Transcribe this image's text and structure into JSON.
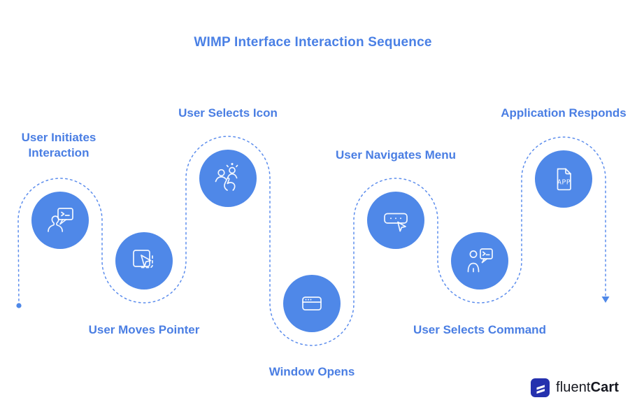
{
  "title": "WIMP Interface Interaction Sequence",
  "steps": [
    {
      "label": "User Initiates Interaction",
      "icon": "user-chat-icon",
      "label_position": "above"
    },
    {
      "label": "User Moves Pointer",
      "icon": "pointer-square-icon",
      "label_position": "below"
    },
    {
      "label": "User Selects Icon",
      "icon": "tap-select-icon",
      "label_position": "above"
    },
    {
      "label": "Window Opens",
      "icon": "window-icon",
      "label_position": "below"
    },
    {
      "label": "User Navigates Menu",
      "icon": "menu-cursor-icon",
      "label_position": "above"
    },
    {
      "label": "User Selects Command",
      "icon": "user-command-icon",
      "label_position": "below"
    },
    {
      "label": "Application Responds",
      "icon": "app-file-icon",
      "label_position": "above"
    }
  ],
  "flow": {
    "start_marker": "dot",
    "end_marker": "arrow-down",
    "style": "dotted-serpentine"
  },
  "logo": {
    "name_regular": "fluent",
    "name_bold": "Cart"
  },
  "colors": {
    "circle_blue": "#4f88e8",
    "text_blue": "#4a7ee3",
    "path_blue": "#5c8ded",
    "logo_navy": "#2531ae"
  }
}
